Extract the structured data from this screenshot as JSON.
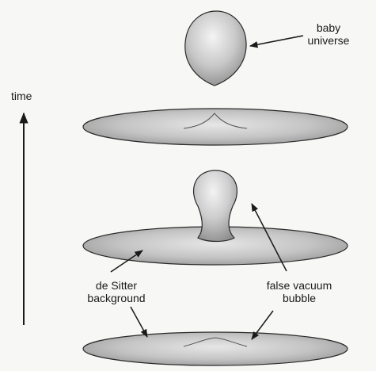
{
  "diagram": {
    "axis_label": "time",
    "labels": {
      "baby_universe_line1": "baby",
      "baby_universe_line2": "universe",
      "de_sitter_line1": "de Sitter",
      "de_sitter_line2": "background",
      "false_vacuum_line1": "false vacuum",
      "false_vacuum_line2": "bubble"
    },
    "colors": {
      "ink": "#1a1a1a",
      "shape_fill_light": "#f2f2f2",
      "shape_fill_mid": "#c9c9c9",
      "shape_fill_dark": "#8f8f8f",
      "background": "#f7f7f5"
    }
  }
}
